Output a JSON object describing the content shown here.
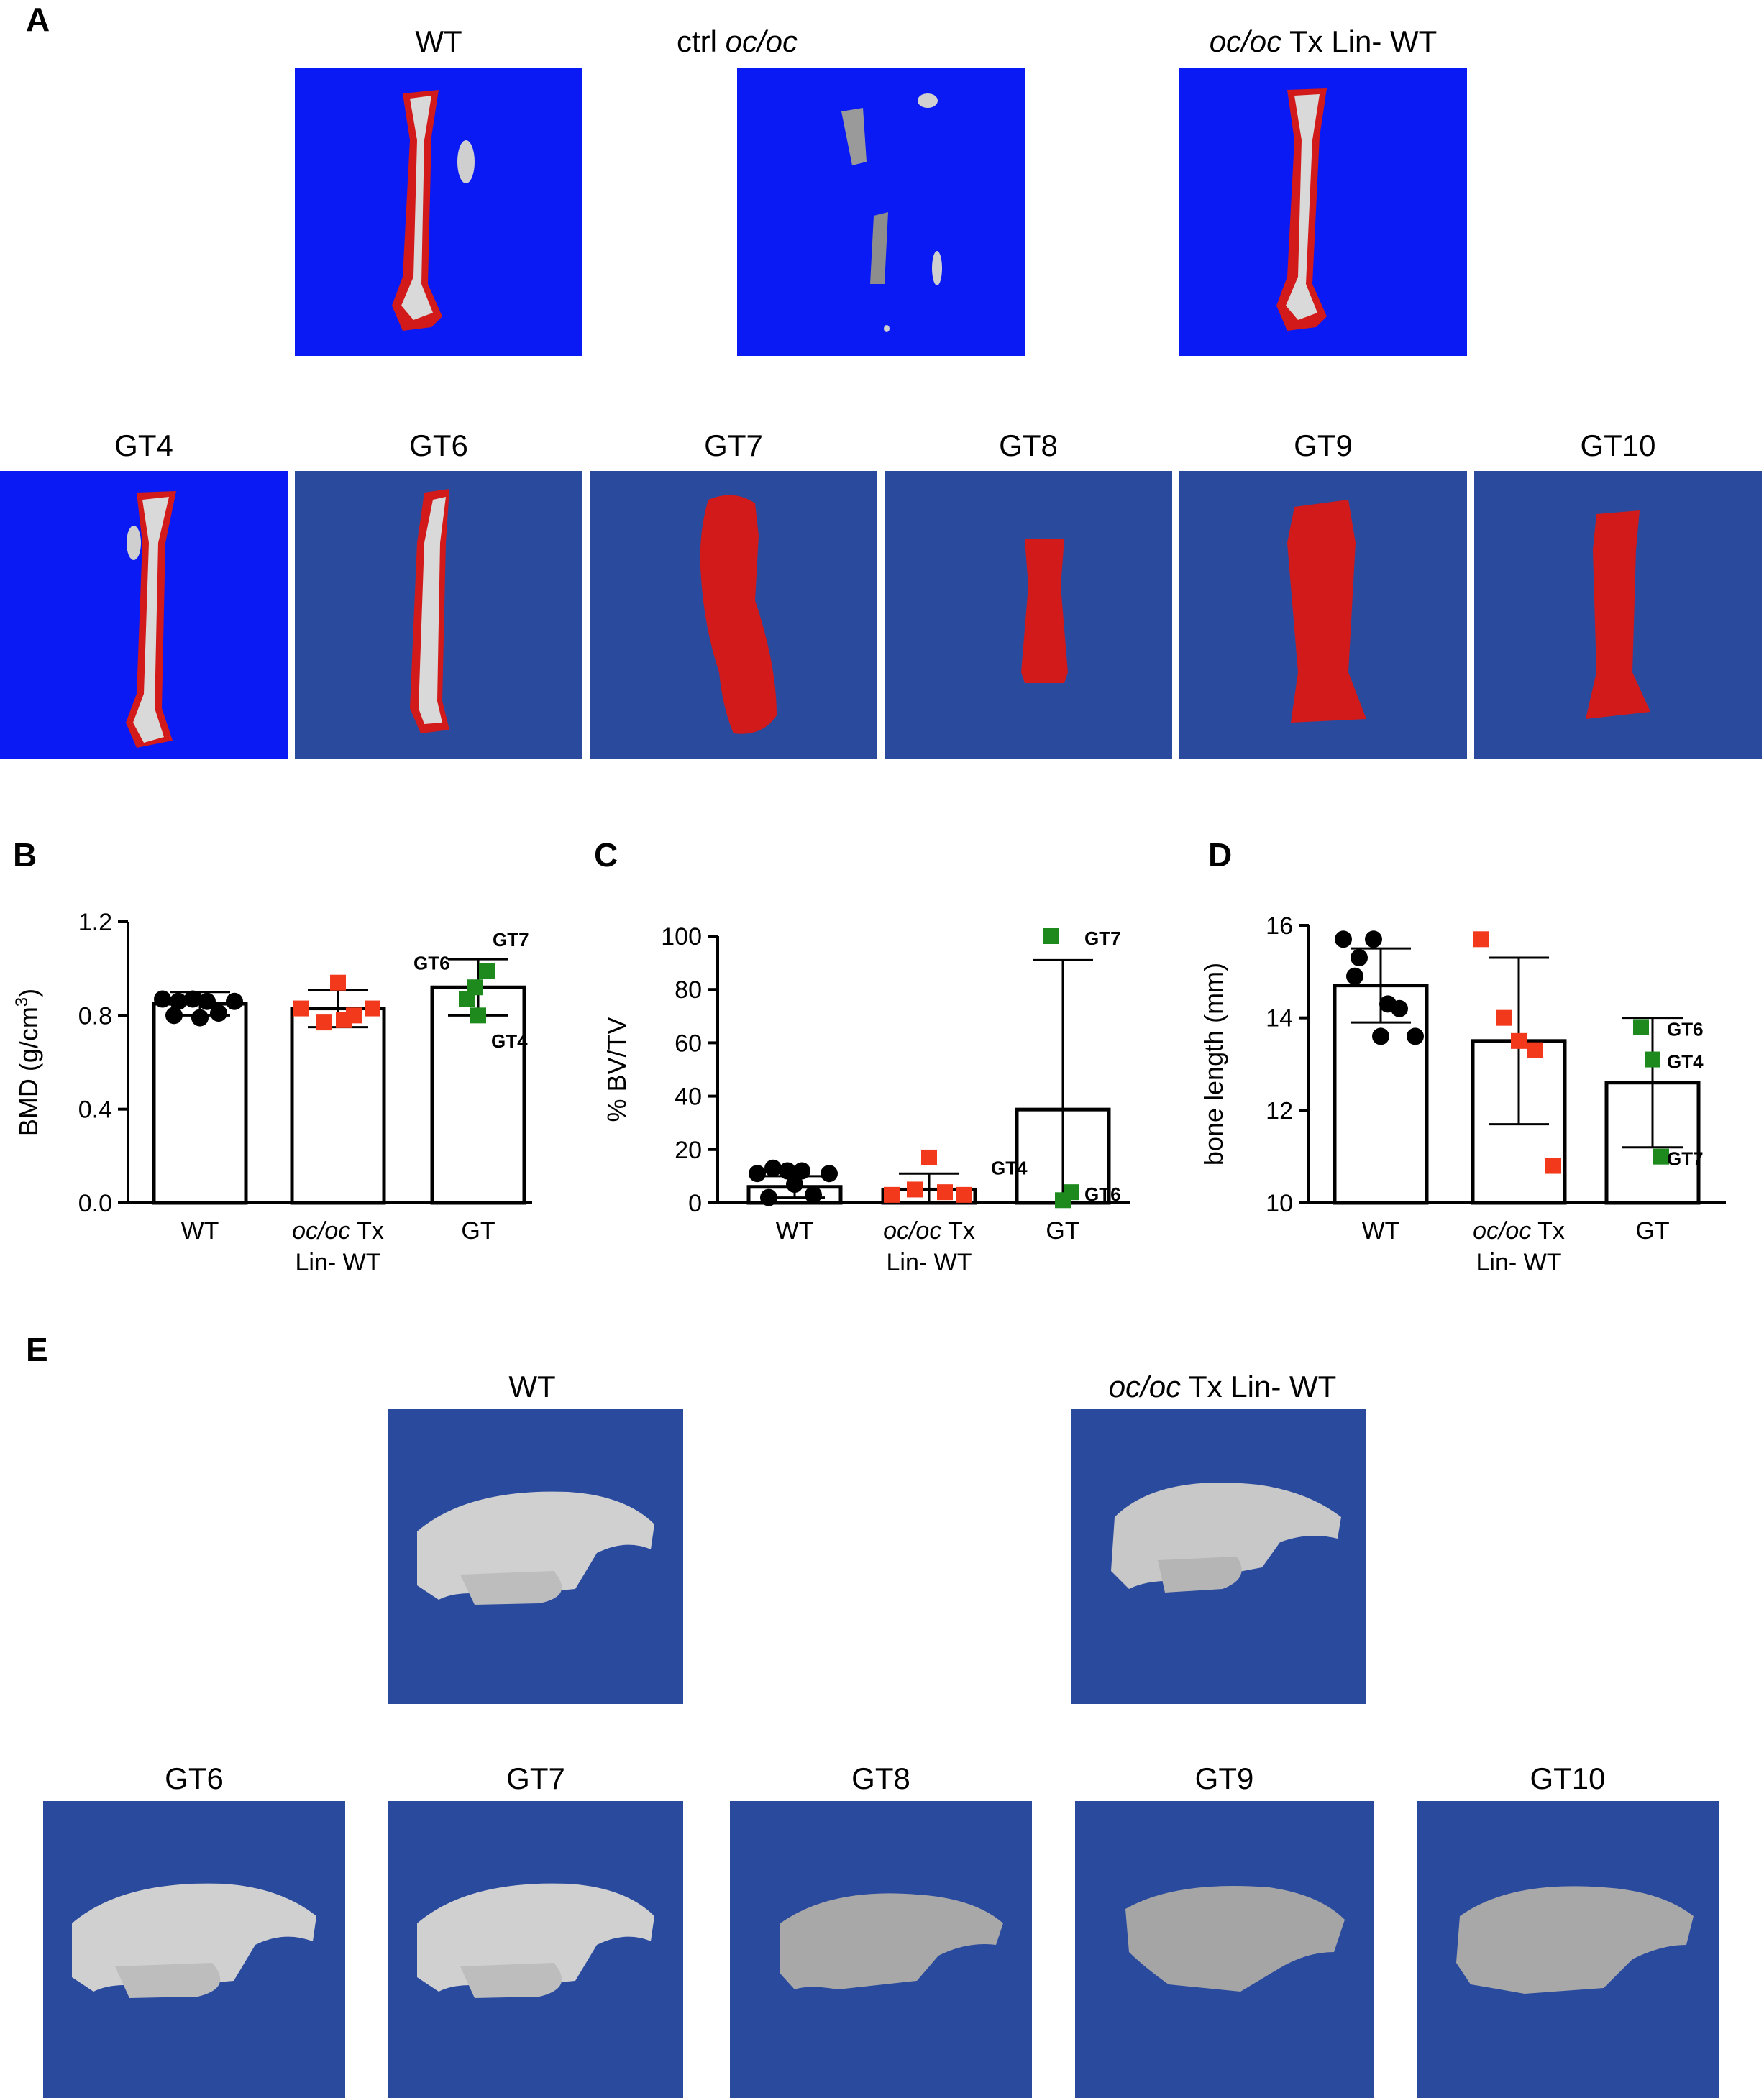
{
  "panels": {
    "A": "A",
    "B": "B",
    "C": "C",
    "D": "D",
    "E": "E"
  },
  "panel_a": {
    "row1": [
      {
        "plain": "WT",
        "italic": "",
        "after": ""
      },
      {
        "plain": "ctrl ",
        "italic": "oc/oc",
        "after": ""
      },
      {
        "plain": "",
        "italic": "oc/oc",
        "after": " Tx Lin- WT"
      }
    ],
    "row2": [
      "GT4",
      "GT6",
      "GT7",
      "GT8",
      "GT9",
      "GT10"
    ]
  },
  "panel_e": {
    "row1": [
      {
        "plain": "WT",
        "italic": "",
        "after": ""
      },
      {
        "plain": "",
        "italic": "oc/oc",
        "after": " Tx Lin- WT"
      }
    ],
    "row2": [
      "GT6",
      "GT7",
      "GT8",
      "GT9",
      "GT10"
    ]
  },
  "colors": {
    "wt": "#000000",
    "transplant": "#f2391c",
    "gt": "#1e8a1e",
    "scan_bright": "#0a1af5",
    "scan_dull": "#2a4a9e",
    "bone_red": "#d21a1a"
  },
  "chart_data": [
    {
      "type": "bar",
      "panel": "B",
      "ylabel": "BMD (g/cm",
      "ylabel_sup": "3",
      "ylabel_end": ")",
      "ylim": [
        0.0,
        1.2
      ],
      "yticks": [
        0.0,
        0.4,
        0.8,
        1.2
      ],
      "ytick_labels": [
        "0.0",
        "0.4",
        "0.8",
        "1.2"
      ],
      "categories": [
        {
          "line1_italic": "",
          "line1": "WT",
          "line2": ""
        },
        {
          "line1_italic": "oc/oc",
          "line1": " Tx",
          "line2": "Lin- WT"
        },
        {
          "line1_italic": "",
          "line1": "GT",
          "line2": ""
        }
      ],
      "bars": [
        0.85,
        0.83,
        0.92
      ],
      "sd": [
        0.05,
        0.08,
        0.12
      ],
      "points": [
        [
          0.87,
          0.86,
          0.87,
          0.8,
          0.86,
          0.81,
          0.79,
          0.86
        ],
        [
          0.83,
          0.77,
          0.94,
          0.8,
          0.83,
          0.78
        ],
        [
          0.87,
          0.8,
          0.99,
          0.92
        ]
      ],
      "point_labels": [
        {
          "text": "GT7",
          "value": 1.04
        },
        {
          "text": "GT6",
          "value": 0.94
        },
        {
          "text": "GT4",
          "value": 0.73
        }
      ]
    },
    {
      "type": "bar",
      "panel": "C",
      "ylabel": "% BV/TV",
      "ylim": [
        0,
        100
      ],
      "yticks": [
        0,
        20,
        40,
        60,
        80,
        100
      ],
      "ytick_labels": [
        "0",
        "20",
        "40",
        "60",
        "80",
        "100"
      ],
      "categories": [
        {
          "line1_italic": "",
          "line1": "WT",
          "line2": ""
        },
        {
          "line1_italic": "oc/oc",
          "line1": " Tx",
          "line2": "Lin- WT"
        },
        {
          "line1_italic": "",
          "line1": "GT",
          "line2": ""
        }
      ],
      "bars": [
        6,
        5,
        35
      ],
      "sd": [
        4,
        6,
        56
      ],
      "points": [
        [
          11,
          13,
          12,
          2,
          12,
          3,
          7,
          11
        ],
        [
          3,
          5,
          17,
          4,
          3
        ],
        [
          100,
          1,
          4
        ]
      ],
      "point_labels": [
        {
          "text": "GT7",
          "value": 100
        },
        {
          "text": "GT4",
          "value": 8
        },
        {
          "text": "GT6",
          "value": 4
        }
      ]
    },
    {
      "type": "bar",
      "panel": "D",
      "ylabel": "bone length (mm)",
      "ylim": [
        10,
        16
      ],
      "yticks": [
        10,
        12,
        14,
        16
      ],
      "ytick_labels": [
        "10",
        "12",
        "14",
        "16"
      ],
      "categories": [
        {
          "line1_italic": "",
          "line1": "WT",
          "line2": ""
        },
        {
          "line1_italic": "oc/oc",
          "line1": " Tx",
          "line2": "Lin- WT"
        },
        {
          "line1_italic": "",
          "line1": "GT",
          "line2": ""
        }
      ],
      "bars": [
        14.7,
        13.5,
        12.6
      ],
      "sd": [
        0.8,
        1.8,
        1.4
      ],
      "points": [
        [
          15.7,
          15.3,
          15.7,
          14.9,
          14.3,
          14.2,
          13.6,
          13.6
        ],
        [
          15.7,
          14.0,
          13.5,
          13.3,
          10.8
        ],
        [
          13.8,
          13.1,
          11.0
        ]
      ],
      "point_labels": [
        {
          "text": "GT6",
          "value": 13.8
        },
        {
          "text": "GT4",
          "value": 13.1
        },
        {
          "text": "GT7",
          "value": 11.0
        }
      ]
    }
  ]
}
